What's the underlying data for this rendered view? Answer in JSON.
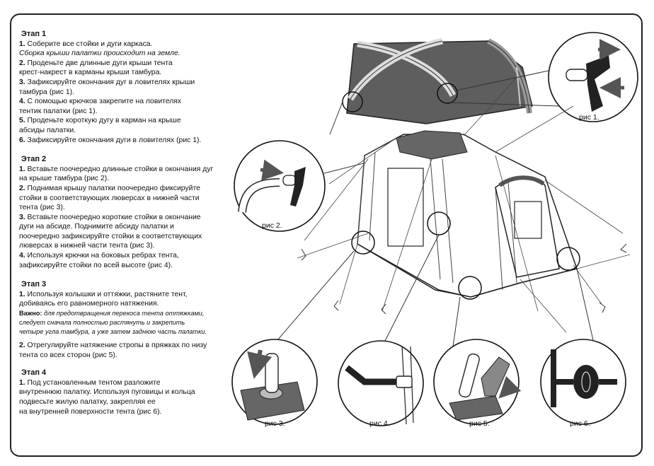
{
  "stages": [
    {
      "title": "Этап 1",
      "lines": [
        {
          "num": "1.",
          "text": " Соберите все стойки и дуги каркаса."
        },
        {
          "italic": "Сборка крыши палатки происходит на земле."
        },
        {
          "num": "2.",
          "text": " Проденьте две длинные дуги крыши тента"
        },
        {
          "text": "крест-накрест в карманы крыши тамбура."
        },
        {
          "num": "3.",
          "text": " Зафиксируйте окончания дуг в ловителях крыши"
        },
        {
          "text": "тамбура (рис 1)."
        },
        {
          "num": "4.",
          "text": " С помощью крючков закрепите на ловителях"
        },
        {
          "text": "тентик палатки (рис 1)."
        },
        {
          "num": "5.",
          "text": " Проденьте короткую дугу в карман на крыше"
        },
        {
          "text": "абсиды палатки."
        },
        {
          "num": "6.",
          "text": " Зафиксируйте окончания дуги в ловителях (рис 1)."
        }
      ]
    },
    {
      "title": "Этап 2",
      "lines": [
        {
          "num": "1.",
          "text": " Вставьте поочередно длинные стойки в окончания дуг"
        },
        {
          "text": "на крыше тамбура (рис 2)."
        },
        {
          "num": "2.",
          "text": " Поднимая крышу палатки поочередно фиксируйте"
        },
        {
          "text": "стойки в соответствующих люверсах в нижней части"
        },
        {
          "text": "тента (рис 3)."
        },
        {
          "num": "3.",
          "text": " Вставьте поочередно короткие стойки в окончание"
        },
        {
          "text": "дуги на абсиде. Поднимите абсиду палатки и"
        },
        {
          "text": "поочередно зафиксируйте стойки в соответствующих"
        },
        {
          "text": "люверсах в нижней части тента (рис 3)."
        },
        {
          "num": "4.",
          "text": " Используя крючки на боковых ребрах тента,"
        },
        {
          "text": "зафиксируйте стойки по всей высоте (рис 4)."
        }
      ]
    },
    {
      "title": "Этап 3",
      "lines": [
        {
          "num": "1.",
          "text": " Используя колышки и оттяжки, растяните тент,"
        },
        {
          "text": "добиваясь его равномерного натяжения."
        }
      ],
      "note": {
        "bold": "Важно:",
        "lines": [
          " для предотвращения перекоса тента оттяжками,",
          "следует сначала полностью растянуть и закрепить",
          "четыре угла тамбура, а уже затем заднюю часть палатки."
        ]
      },
      "lines2": [
        {
          "num": "2.",
          "text": " Отрегулируйте натяжение стропы в пряжках по низу"
        },
        {
          "text": "тента со всех сторон (рис 5)."
        }
      ]
    },
    {
      "title": "Этап 4",
      "lines": [
        {
          "num": "1.",
          "text": " Под установленным тентом разложите"
        },
        {
          "text": "внутреннюю палатку. Используя пуговицы и кольца"
        },
        {
          "text": "подвесьте жилую палатку, закрепляя ее"
        },
        {
          "text": "на внутренней поверхности тента (рис 6)."
        }
      ]
    }
  ],
  "figures": {
    "fig1": "рис 1.",
    "fig2": "рис 2.",
    "fig3": "рис 3.",
    "fig4": "рис 4.",
    "fig5": "рис 5.",
    "fig6": "рис 6."
  }
}
